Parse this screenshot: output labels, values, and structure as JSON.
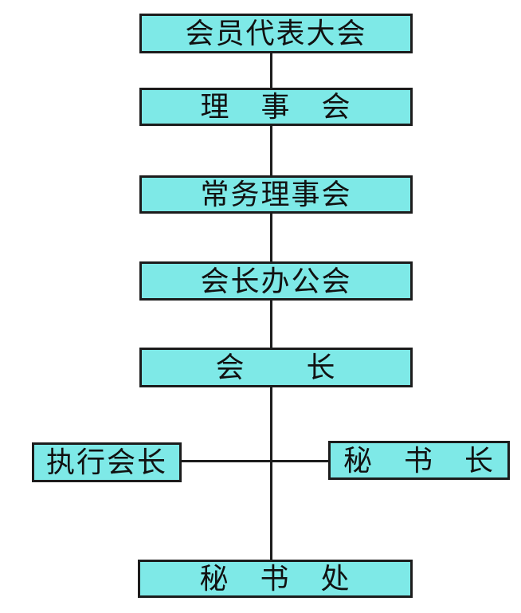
{
  "diagram": {
    "type": "org-chart",
    "background_color": "#ffffff",
    "box_fill_color": "#7ee9e7",
    "box_border_color": "#1c1c1c",
    "line_color": "#1c1c1c",
    "text_color": "#111111",
    "nodes": [
      {
        "id": "member-representative-congress",
        "label": "会员代表大会"
      },
      {
        "id": "council",
        "label": "理　事　会"
      },
      {
        "id": "standing-council",
        "label": "常务理事会"
      },
      {
        "id": "president-office-meeting",
        "label": "会长办公会"
      },
      {
        "id": "president",
        "label": "会　　长"
      },
      {
        "id": "executive-president",
        "label": "执行会长"
      },
      {
        "id": "secretary-general",
        "label": "秘　书　长"
      },
      {
        "id": "secretariat",
        "label": "秘　书　处"
      }
    ],
    "edges": [
      {
        "from": "member-representative-congress",
        "to": "council"
      },
      {
        "from": "council",
        "to": "standing-council"
      },
      {
        "from": "standing-council",
        "to": "president-office-meeting"
      },
      {
        "from": "president-office-meeting",
        "to": "president"
      },
      {
        "from": "president",
        "to": "secretariat"
      },
      {
        "from": "executive-president",
        "to": "president-secretariat-line"
      },
      {
        "from": "secretary-general",
        "to": "president-secretariat-line"
      }
    ]
  }
}
